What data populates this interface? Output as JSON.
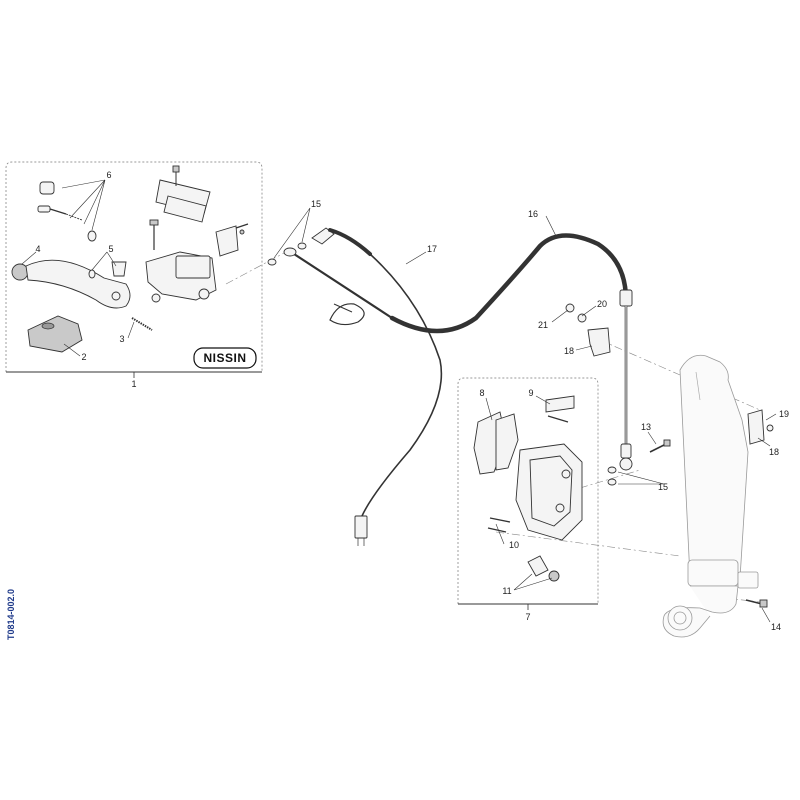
{
  "diagram": {
    "labels": {
      "p1": "1",
      "p2": "2",
      "p3": "3",
      "p4": "4",
      "p5": "5",
      "p6": "6",
      "p7": "7",
      "p8": "8",
      "p9": "9",
      "p10": "10",
      "p11": "11",
      "p13": "13",
      "p14": "14",
      "p15a": "15",
      "p15b": "15",
      "p16": "16",
      "p17": "17",
      "p18a": "18",
      "p18b": "18",
      "p19": "19",
      "p20": "20",
      "p21": "21"
    },
    "brand": "NISSIN",
    "drawing_code": "T0814-002.0"
  }
}
